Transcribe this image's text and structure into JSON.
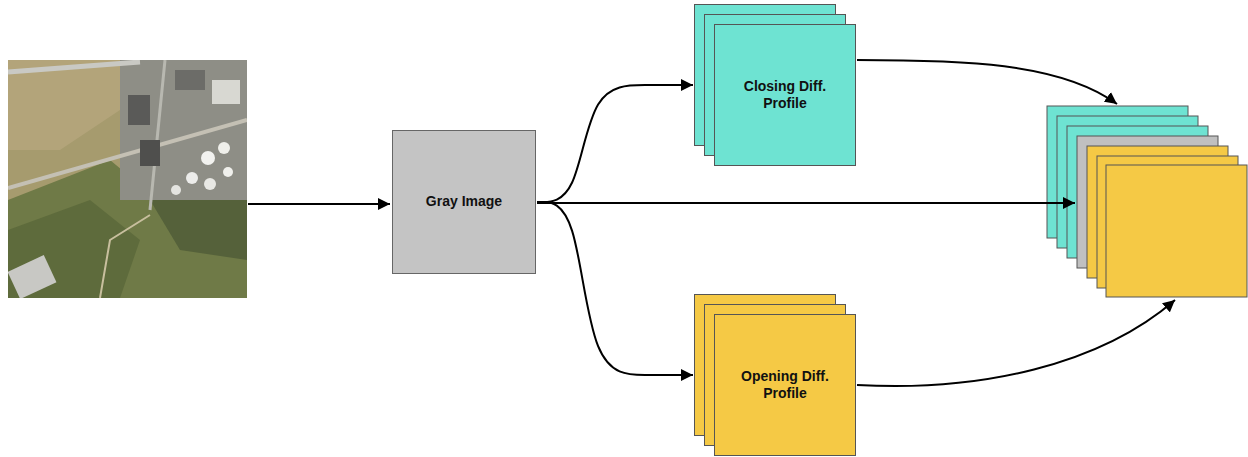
{
  "diagram": {
    "nodes": [
      {
        "text": [
          "Gray Image"
        ]
      },
      {
        "text": [
          "Closing Diff. Profile"
        ]
      },
      {
        "text": [
          "Opening Diff. Profile"
        ]
      }
    ],
    "edges": [
      {
        "from": 0,
        "to": 1,
        "arrow": "to"
      },
      {
        "from": 0,
        "to": 2,
        "arrow": "to"
      }
    ]
  }
}
